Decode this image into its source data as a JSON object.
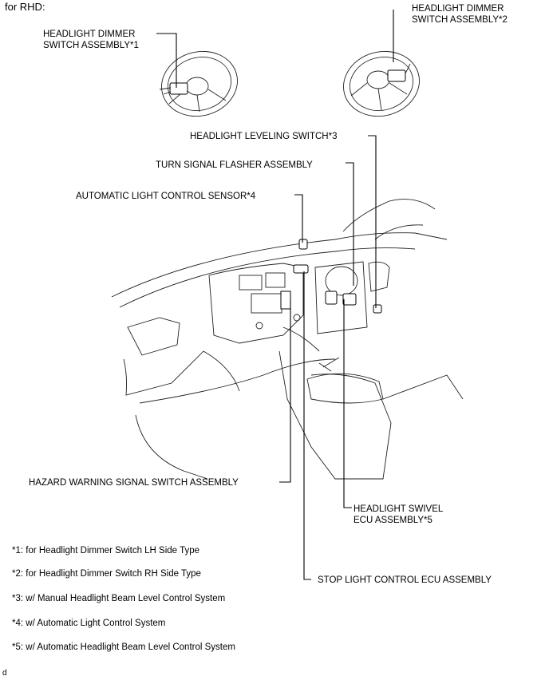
{
  "header": "for RHD:",
  "labels": {
    "dimmer1": "HEADLIGHT DIMMER\nSWITCH ASSEMBLY*1",
    "dimmer2": "HEADLIGHT DIMMER\nSWITCH ASSEMBLY*2",
    "leveling": "HEADLIGHT LEVELING SWITCH*3",
    "flasher": "TURN SIGNAL FLASHER ASSEMBLY",
    "light_sensor": "AUTOMATIC LIGHT CONTROL SENSOR*4",
    "hazard": "HAZARD WARNING SIGNAL SWITCH ASSEMBLY",
    "swivel": "HEADLIGHT SWIVEL\nECU ASSEMBLY*5",
    "stop_light": "STOP LIGHT CONTROL ECU ASSEMBLY"
  },
  "notes": [
    "*1: for Headlight Dimmer Switch LH Side Type",
    "*2: for Headlight Dimmer Switch RH Side Type",
    "*3: w/ Manual Headlight Beam Level Control System",
    "*4: w/ Automatic Light Control System",
    "*5: w/ Automatic Headlight Beam Level Control System"
  ],
  "footer_mark": "d"
}
